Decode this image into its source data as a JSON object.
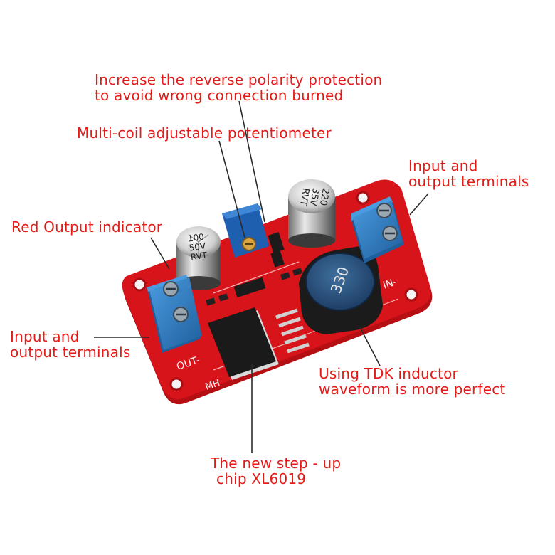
{
  "colors": {
    "label_text": "#e41b17",
    "pcb": "#d7141a",
    "terminal_block": "#2f7fc4",
    "leader_line": "#2a2a2a"
  },
  "callouts": {
    "reverse_polarity": {
      "line1": "Increase the reverse polarity protection",
      "line2": "to avoid wrong connection burned"
    },
    "potentiometer": {
      "line1": "Multi-coil adjustable potentiometer"
    },
    "red_indicator": {
      "line1": "Red Output indicator"
    },
    "terminals_right": {
      "line1": "Input and",
      "line2": "output terminals"
    },
    "terminals_left": {
      "line1": "Input and",
      "line2": "output terminals"
    },
    "inductor": {
      "line1": "Using TDK inductor",
      "line2": "waveform is more perfect"
    },
    "chip": {
      "line1": "The new step - up",
      "line2": "chip XL6019"
    }
  },
  "board_markings": {
    "cap_left": [
      "100",
      "50V",
      "RVT"
    ],
    "cap_right": [
      "220",
      "35V",
      "RVT"
    ],
    "inductor_code": "330",
    "out_label": "OUT-",
    "in_label": "IN-",
    "mh_label": "MH"
  }
}
